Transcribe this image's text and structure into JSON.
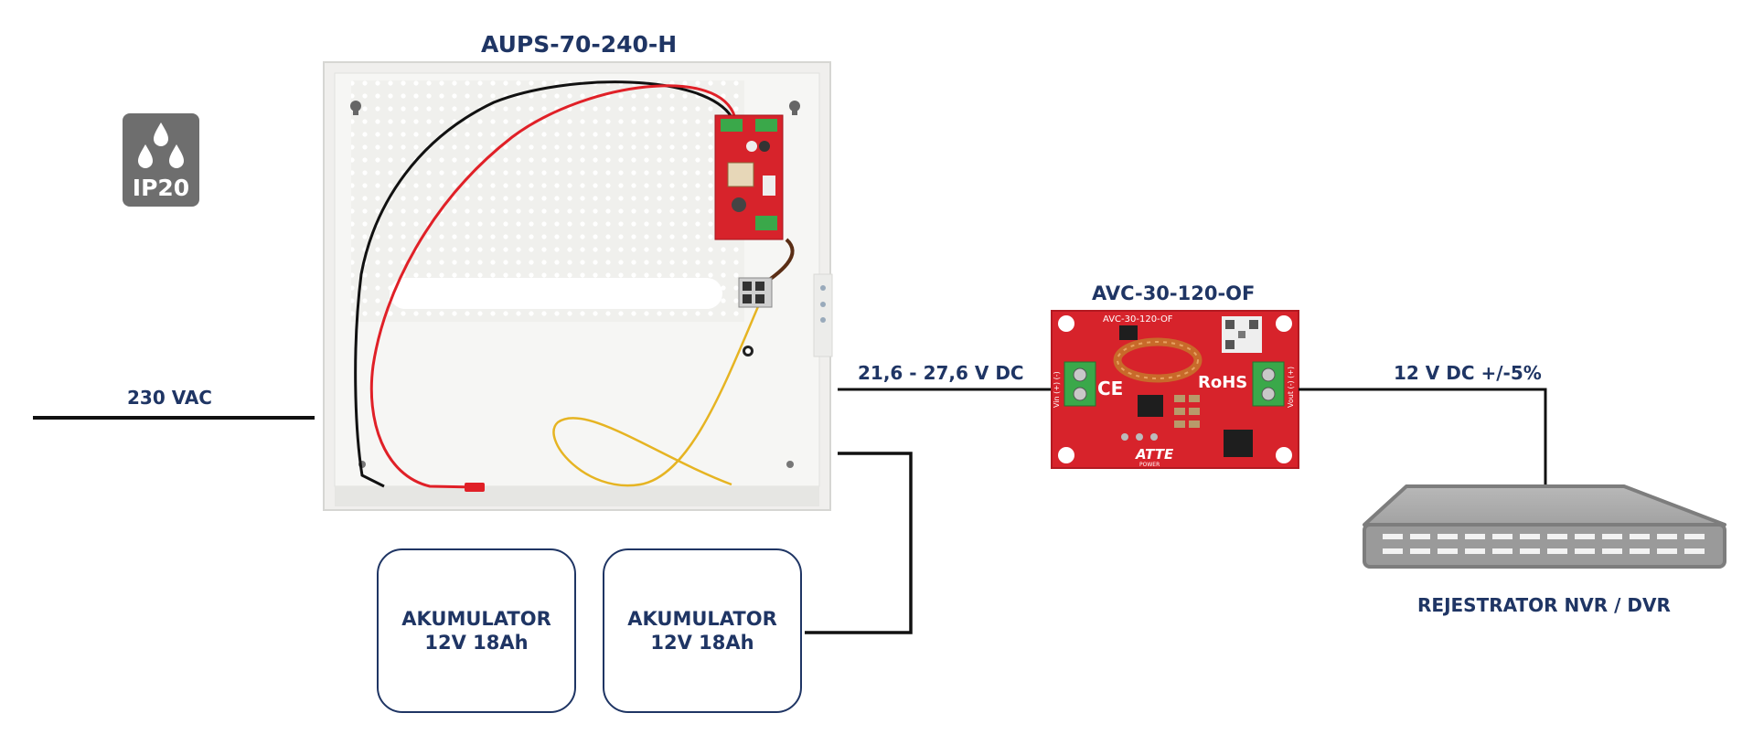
{
  "ip_badge": {
    "text": "IP20",
    "icon": "water-drops-icon"
  },
  "enclosure": {
    "title": "AUPS-70-240-H"
  },
  "converter": {
    "title": "AVC-30-120-OF",
    "board_text": "AVC-30-120-OF",
    "ce": "CE",
    "rohs": "RoHS",
    "logo": "ATTE",
    "logo_sub": "POWER",
    "vin": "Vin (+) (-)",
    "vout": "Vout (-) (+)"
  },
  "input_label": "230 VAC",
  "mid_voltage_label": "21,6 - 27,6 V DC",
  "output_voltage_label": "12 V DC +/-5%",
  "recorder_label": "REJESTRATOR NVR / DVR",
  "batteries": [
    {
      "line1": "AKUMULATOR",
      "line2": "12V 18Ah"
    },
    {
      "line1": "AKUMULATOR",
      "line2": "12V 18Ah"
    }
  ],
  "colors": {
    "label": "#1f3564",
    "pcb_red": "#d7232b",
    "terminal_green": "#3aa84a",
    "wire_red": "#e02027",
    "wire_black": "#111111",
    "wire_yellow": "#e6b422",
    "enclosure": "#f1f1ef",
    "recorder": "#9a9a9a"
  }
}
